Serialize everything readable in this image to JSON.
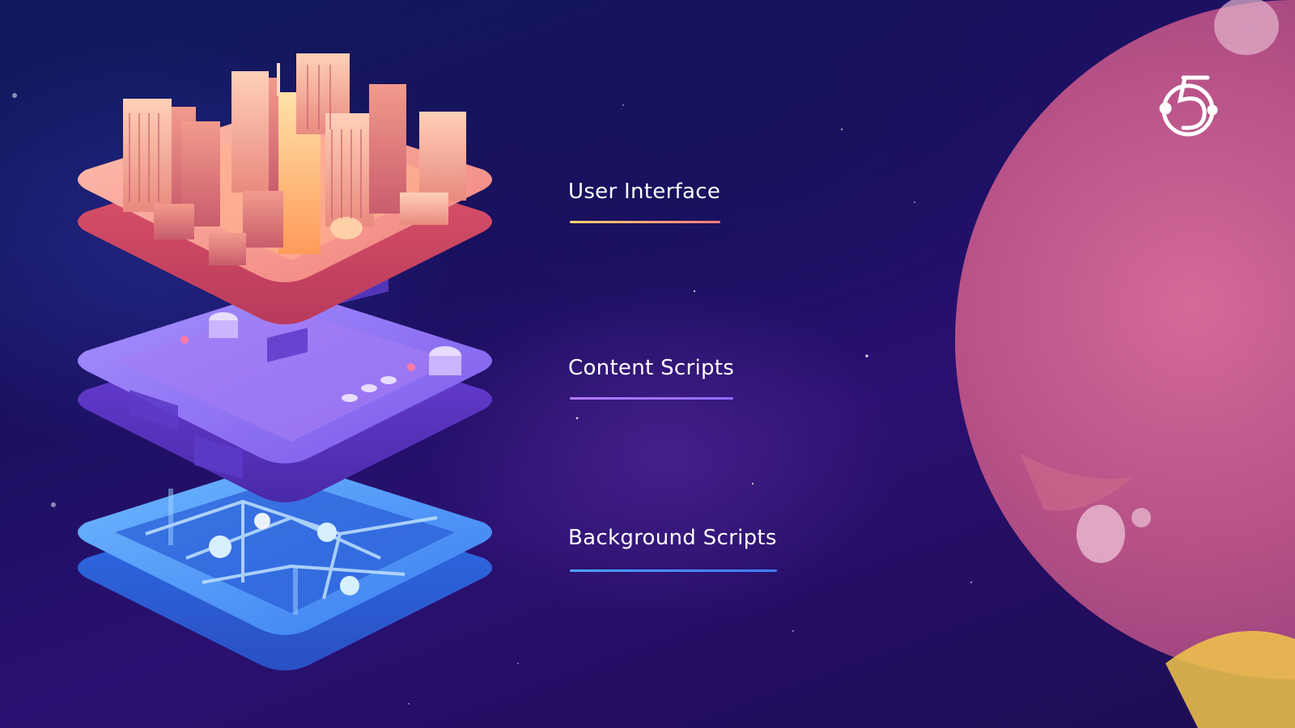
{
  "layers": [
    {
      "label": "User Interface",
      "accent_start": "#ffd36e",
      "accent_end": "#ff7a7a"
    },
    {
      "label": "Content Scripts",
      "accent_start": "#b57cff",
      "accent_end": "#8f6bff"
    },
    {
      "label": "Background Scripts",
      "accent_start": "#4aa3ff",
      "accent_end": "#3f7bff"
    }
  ],
  "icons": {
    "logo": "five-logo-icon",
    "planet": "planet-illustration"
  },
  "colors": {
    "background": "#140b3f",
    "ui_layer": "#ff9a8a",
    "content_layer": "#8b6cf0",
    "background_layer": "#3f8cff",
    "planet": "#c0507e"
  }
}
